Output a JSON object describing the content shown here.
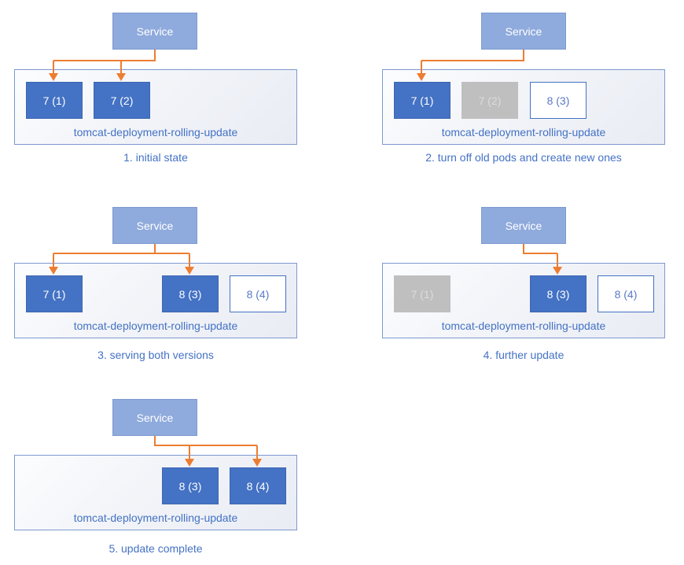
{
  "colors": {
    "service_fill": "#8FAADC",
    "service_border": "#7E9AD0",
    "service_text": "#FFFFFF",
    "pod_active_fill": "#4472C4",
    "pod_active_text": "#FFFFFF",
    "pod_stopped_fill": "#BFBFBF",
    "pod_stopped_text": "#DCDCDC",
    "pod_new_fill": "#FFFFFF",
    "pod_new_border": "#4472C4",
    "pod_new_text": "#5B79C4",
    "deployment_border": "#7D99D0",
    "deployment_label_text": "#4472C4",
    "caption_text": "#4472C4",
    "arrow": "#ED7D31"
  },
  "diagram": {
    "service_label": "Service",
    "deployment_label": "tomcat-deployment-rolling-update",
    "panels": [
      {
        "caption": "1. initial state",
        "pods": [
          {
            "label": "7 (1)",
            "state": "active"
          },
          {
            "label": "7 (2)",
            "state": "active"
          }
        ]
      },
      {
        "caption": "2. turn off old pods and create new ones",
        "pods": [
          {
            "label": "7 (1)",
            "state": "active"
          },
          {
            "label": "7 (2)",
            "state": "stopped"
          },
          {
            "label": "8 (3)",
            "state": "new"
          }
        ]
      },
      {
        "caption": "3. serving both versions",
        "pods": [
          {
            "label": "7 (1)",
            "state": "active"
          },
          {
            "label": "8 (3)",
            "state": "active"
          },
          {
            "label": "8 (4)",
            "state": "new"
          }
        ]
      },
      {
        "caption": "4. further update",
        "pods": [
          {
            "label": "7 (1)",
            "state": "stopped"
          },
          {
            "label": "8 (3)",
            "state": "active"
          },
          {
            "label": "8 (4)",
            "state": "new"
          }
        ]
      },
      {
        "caption": "5. update complete",
        "pods": [
          {
            "label": "8 (3)",
            "state": "active"
          },
          {
            "label": "8 (4)",
            "state": "active"
          }
        ]
      }
    ]
  }
}
